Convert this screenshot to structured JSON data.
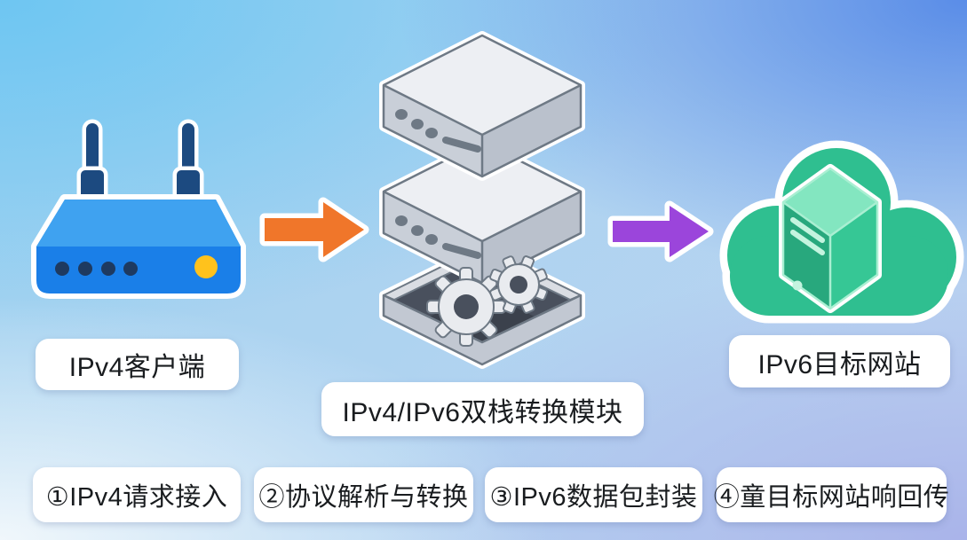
{
  "nodes": {
    "client": {
      "label": "IPv4客户端",
      "icon": "wifi-router-icon"
    },
    "converter": {
      "label": "IPv4/IPv6双栈转换模块",
      "icon": "server-stack-gears-icon"
    },
    "target": {
      "label": "IPv6目标网站",
      "icon": "cloud-server-icon"
    }
  },
  "arrows": {
    "client_to_converter": {
      "icon": "arrow-right-icon",
      "color": "#F0762A"
    },
    "converter_to_target": {
      "icon": "arrow-right-icon",
      "color": "#9B45DB"
    }
  },
  "steps": [
    "①IPv4请求接入",
    "②协议解析与转换",
    "③IPv6数据包封装",
    "④童目标网站响回传"
  ],
  "colors": {
    "bg_top_left": "#6EC6F2",
    "bg_top_right": "#5589E7",
    "bg_bottom_left": "#F4F9FC",
    "bg_bottom_right": "#A8B2E9",
    "router_front": "#1A7FE8",
    "router_top": "#3FA2F0",
    "router_antenna": "#1C4A80",
    "router_port_dot": "#1E3A60",
    "router_led": "#FFC21C",
    "server_top_face": "#EDEFF3",
    "server_left_face": "#C9CFD8",
    "server_right_face": "#BAC1CC",
    "server_outline": "#6E7985",
    "server_interior": "#49505D",
    "gear": "#E9EBEF",
    "cloud": "#2FBF90",
    "tower_top": "#83E6C0",
    "tower_left": "#28A87D",
    "tower_right": "#36C795",
    "tower_detail": "#C4F4DF",
    "chip_bg": "#FFFFFF",
    "chip_text": "#191C1F",
    "sticker_outline": "#FFFFFF"
  }
}
